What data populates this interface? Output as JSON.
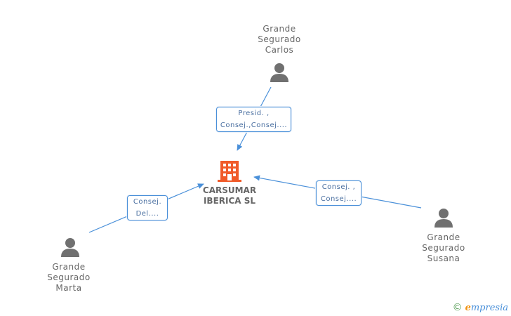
{
  "company": {
    "name_line1": "CARSUMAR",
    "name_line2": "IBERICA SL",
    "icon": "building-icon",
    "icon_color": "#f05a28"
  },
  "people": [
    {
      "line1": "Grande",
      "line2": "Segurado",
      "line3": "Carlos",
      "icon": "person-icon"
    },
    {
      "line1": "Grande",
      "line2": "Segurado",
      "line3": "Susana",
      "icon": "person-icon"
    },
    {
      "line1": "Grande",
      "line2": "Segurado",
      "line3": "Marta",
      "icon": "person-icon"
    }
  ],
  "roles": [
    {
      "line1": "Presid. ,",
      "line2": "Consej.,Consej...."
    },
    {
      "line1": "Consej. ,",
      "line2": "Consej...."
    },
    {
      "line1": "Consej.",
      "line2": "Del...."
    }
  ],
  "colors": {
    "edge": "#4a90d9",
    "person": "#707070",
    "label": "#666666"
  },
  "footer": {
    "copyright_symbol": "©",
    "brand_first": "e",
    "brand_rest": "mpresia"
  }
}
